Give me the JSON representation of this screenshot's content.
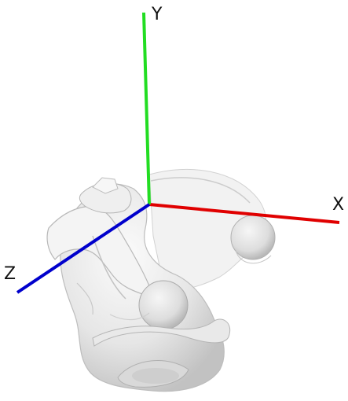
{
  "axes": {
    "x": {
      "label": "X",
      "color": "#e00000"
    },
    "y": {
      "label": "Y",
      "color": "#22dd22"
    },
    "z": {
      "label": "Z",
      "color": "#0000cc"
    }
  },
  "model": {
    "kind": "pelvis",
    "color": "#ececec",
    "shadow": "#bcbcbc"
  }
}
